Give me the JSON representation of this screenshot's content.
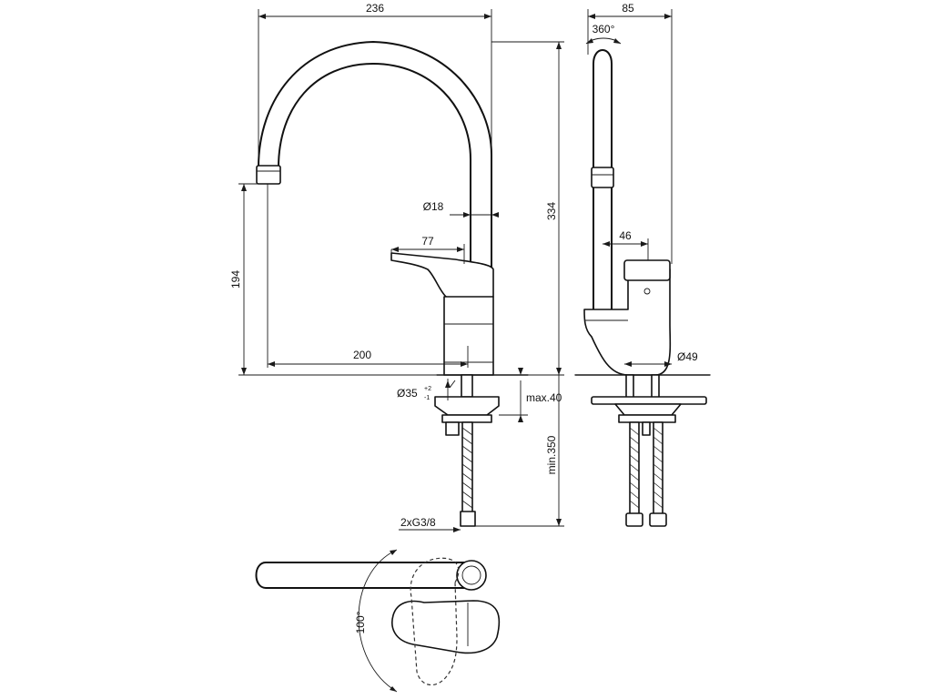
{
  "side_view": {
    "dim_total_width": "236",
    "dim_total_height": "334",
    "dim_spout_height": "194",
    "dim_spout_reach": "200",
    "dim_spout_diameter": "Ø18",
    "dim_lever_length": "77",
    "dim_hole_diameter": "Ø35",
    "dim_hole_tolerance_upper": "+2",
    "dim_hole_tolerance_lower": "-1",
    "dim_deck_thickness": "max.40",
    "dim_hose_length": "min.350",
    "dim_connection": "2xG3/8"
  },
  "front_view": {
    "dim_depth": "85",
    "dim_rotation": "360°",
    "dim_lever_offset": "46",
    "dim_body_diameter": "Ø49"
  },
  "top_view": {
    "dim_lever_angle": "100°"
  }
}
